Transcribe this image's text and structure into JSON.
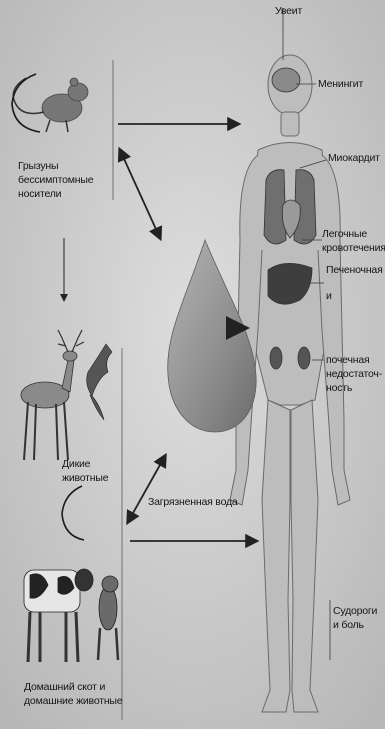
{
  "labels": {
    "uveitis": "Увеит",
    "meningitis": "Менингит",
    "myocarditis": "Миокардит",
    "pulmonary_1": "Легочные",
    "pulmonary_2": "кровотечения",
    "hepatic_1": "Печеночная",
    "hepatic_2": "и",
    "hepatic_3": "почечная",
    "hepatic_4": "недостаточ-",
    "hepatic_5": "ность",
    "cramps_1": "Судороги",
    "cramps_2": "и боль",
    "rodents_1": "Грызуны",
    "rodents_2": "бессимптомные",
    "rodents_3": "носители",
    "wild_1": "Дикие",
    "wild_2": "животные",
    "water": "Загрязненная вода",
    "livestock_1": "Домашний скот и",
    "livestock_2": "домашние животные"
  },
  "colors": {
    "background": "#cfcfcf",
    "drop": "#8a8a8a",
    "body": "#b9b9b9",
    "organ": "#5a5a5a",
    "line": "#222222"
  }
}
